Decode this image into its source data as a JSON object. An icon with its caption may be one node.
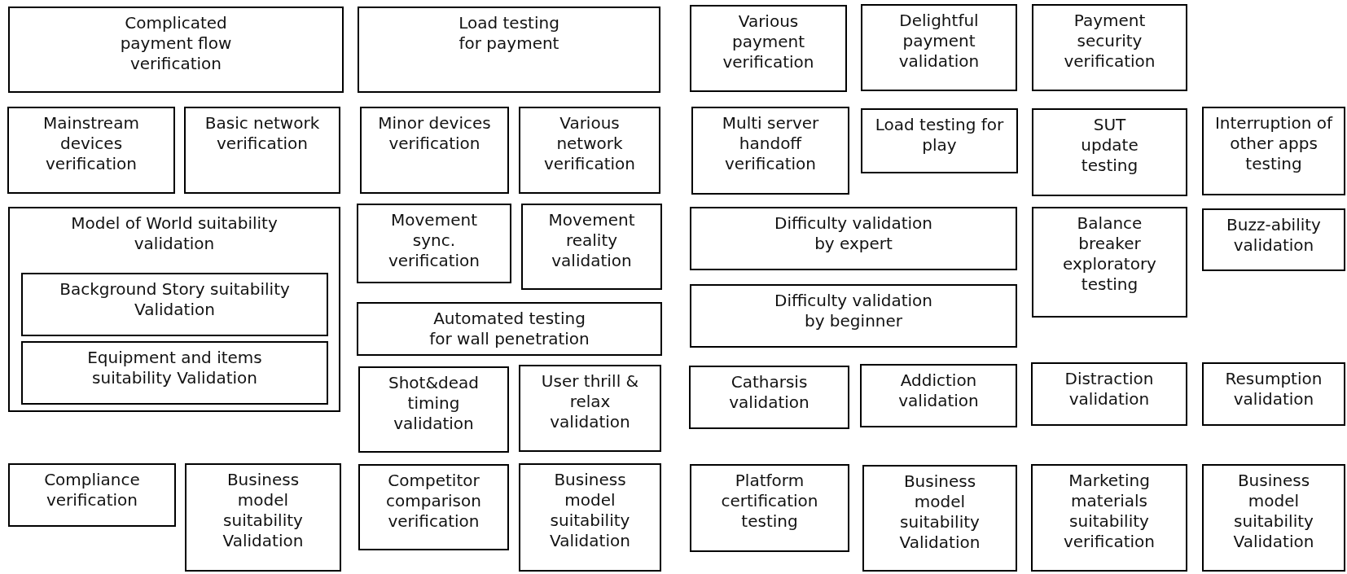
{
  "diagram": {
    "nodes": [
      {
        "text": [
          "Complicated payment flow verification"
        ]
      },
      {
        "text": [
          "Load testing for payment"
        ]
      },
      {
        "text": [
          "Various payment verification"
        ]
      },
      {
        "text": [
          "Delightful payment validation"
        ]
      },
      {
        "text": [
          "Payment security verification"
        ]
      },
      {
        "text": [
          "Mainstream devices verification"
        ]
      },
      {
        "text": [
          "Basic network verification"
        ]
      },
      {
        "text": [
          "Minor devices verification"
        ]
      },
      {
        "text": [
          "Various network verification"
        ]
      },
      {
        "text": [
          "Multi server handoff verification"
        ]
      },
      {
        "text": [
          "Load testing for play"
        ]
      },
      {
        "text": [
          "SUT update testing"
        ]
      },
      {
        "text": [
          "Interruption of other apps testing"
        ]
      },
      {
        "text": [
          "Model of World suitability validation"
        ]
      },
      {
        "text": [
          "Background Story suitability Validation"
        ],
        "in": 13
      },
      {
        "text": [
          "Equipment and items suitability Validation"
        ],
        "in": 13
      },
      {
        "text": [
          "Movement sync. verification"
        ]
      },
      {
        "text": [
          "Movement reality validation"
        ]
      },
      {
        "text": [
          "Automated testing for wall penetration"
        ]
      },
      {
        "text": [
          "Shot&dead timing validation"
        ]
      },
      {
        "text": [
          "User thrill & relax validation"
        ]
      },
      {
        "text": [
          "Difficulty validation by expert"
        ]
      },
      {
        "text": [
          "Difficulty validation by beginner"
        ]
      },
      {
        "text": [
          "Balance breaker exploratory testing"
        ]
      },
      {
        "text": [
          "Buzz-ability validation"
        ]
      },
      {
        "text": [
          "Catharsis validation"
        ]
      },
      {
        "text": [
          "Addiction validation"
        ]
      },
      {
        "text": [
          "Distraction validation"
        ]
      },
      {
        "text": [
          "Resumption validation"
        ]
      },
      {
        "text": [
          "Compliance verification"
        ]
      },
      {
        "text": [
          "Business model suitability Validation"
        ]
      },
      {
        "text": [
          "Competitor comparison verification"
        ]
      },
      {
        "text": [
          "Business model suitability Validation"
        ]
      },
      {
        "text": [
          "Platform certification testing"
        ]
      },
      {
        "text": [
          "Business model suitability Validation"
        ]
      },
      {
        "text": [
          "Marketing materials suitability verification"
        ]
      },
      {
        "text": [
          "Business model suitability Validation"
        ]
      }
    ]
  }
}
